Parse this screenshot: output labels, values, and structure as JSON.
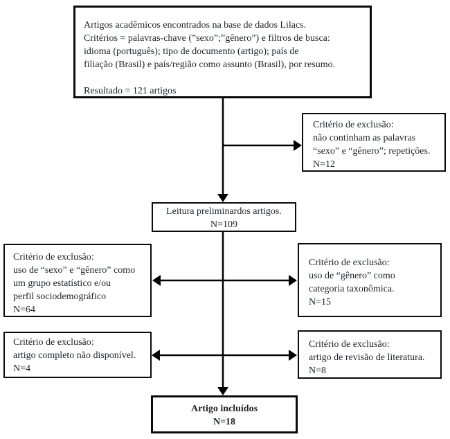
{
  "colors": {
    "border": "#0a0a0a",
    "text": "#20262e",
    "arrow": "#000000",
    "background": "#ffffff"
  },
  "boxes": {
    "source": {
      "text": "Artigos acadêmicos encontrados na base de dados Lilacs.\nCritérios = palavras-chave (”sexo”;”gênero”) e filtros de busca:\nidioma (português); tipo de documento (artigo); país de\nfiliação (Brasil) e país/região como assunto (Brasil), por resumo.\n\nResultado = 121 artigos",
      "result_n": 121
    },
    "exclusion_keywords": {
      "text": "Critério de exclusão:\nnão continham as palavras\n“sexo” e “gênero”; repetições.\nN=12",
      "n": 12
    },
    "preliminary_reading": {
      "text": "Leitura preliminardos artigos.\nN=109",
      "n": 109
    },
    "exclusion_statistical": {
      "text": "Critério de exclusão:\nuso de “sexo” e “gênero” como\num grupo estatístico e/ou\nperfil sociodemográfico\nN=64",
      "n": 64
    },
    "exclusion_taxonomic": {
      "text": "Critério de exclusão:\nuso de “gênero” como\ncategoria taxonômica.\nN=15",
      "n": 15
    },
    "exclusion_unavailable": {
      "text": "Critério de exclusão:\nartigo completo não disponível.\nN=4",
      "n": 4
    },
    "exclusion_review": {
      "text": "Critério de exclusão:\nartigo de revisão de literatura.\nN=8",
      "n": 8
    },
    "included": {
      "text": "Artigo incluídos\nN=18",
      "n": 18
    }
  }
}
